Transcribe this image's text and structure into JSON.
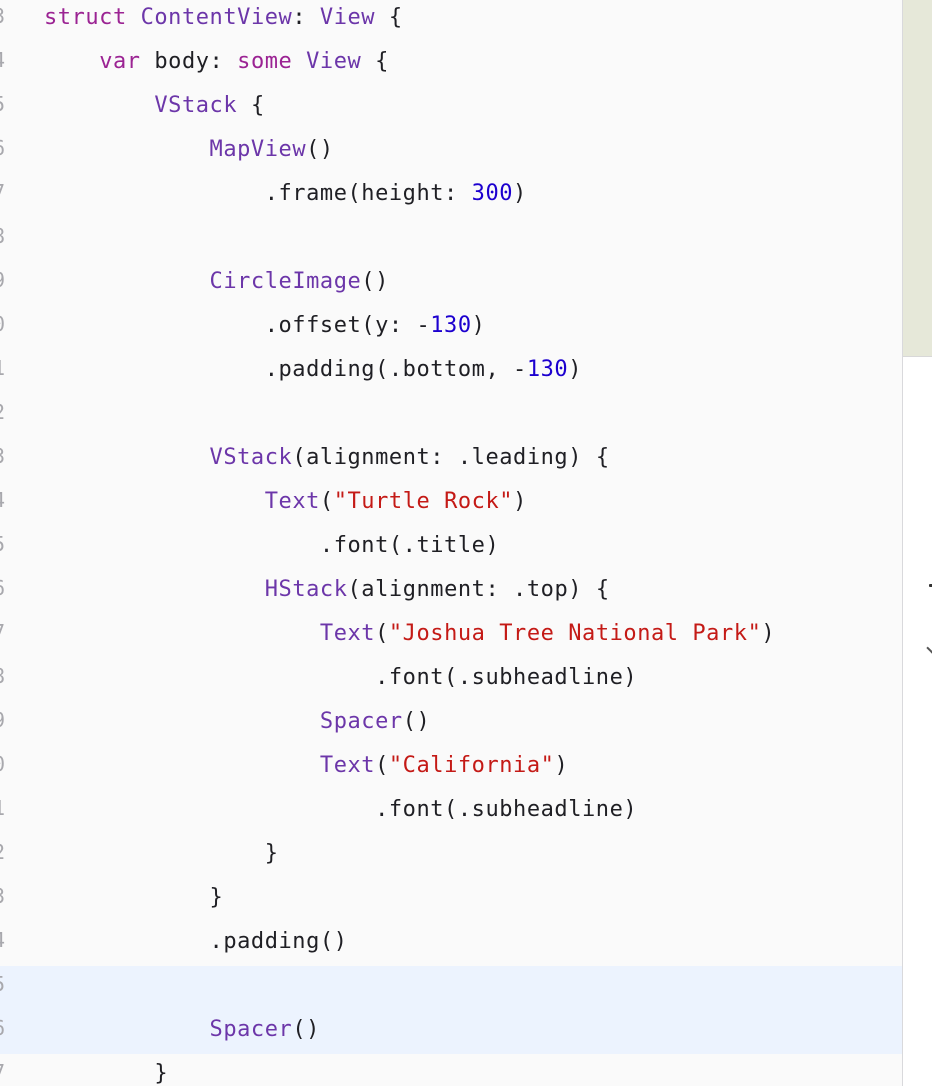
{
  "editor": {
    "highlighted_lines": [
      22,
      23
    ],
    "lines": [
      {
        "num": "3",
        "tokens": [
          [
            "keyword",
            "struct "
          ],
          [
            "type",
            "ContentView"
          ],
          [
            "plain",
            ": "
          ],
          [
            "type",
            "View"
          ],
          [
            "plain",
            " {"
          ]
        ]
      },
      {
        "num": "4",
        "tokens": [
          [
            "plain",
            "    "
          ],
          [
            "keyword",
            "var"
          ],
          [
            "plain",
            " body: "
          ],
          [
            "keyword",
            "some"
          ],
          [
            "plain",
            " "
          ],
          [
            "type",
            "View"
          ],
          [
            "plain",
            " {"
          ]
        ]
      },
      {
        "num": "5",
        "tokens": [
          [
            "plain",
            "        "
          ],
          [
            "type",
            "VStack"
          ],
          [
            "plain",
            " {"
          ]
        ]
      },
      {
        "num": "6",
        "tokens": [
          [
            "plain",
            "            "
          ],
          [
            "type",
            "MapView"
          ],
          [
            "plain",
            "()"
          ]
        ]
      },
      {
        "num": "7",
        "tokens": [
          [
            "plain",
            "                .frame(height: "
          ],
          [
            "number",
            "300"
          ],
          [
            "plain",
            ")"
          ]
        ]
      },
      {
        "num": "8",
        "tokens": []
      },
      {
        "num": "9",
        "tokens": [
          [
            "plain",
            "            "
          ],
          [
            "type",
            "CircleImage"
          ],
          [
            "plain",
            "()"
          ]
        ]
      },
      {
        "num": "0",
        "tokens": [
          [
            "plain",
            "                .offset(y: -"
          ],
          [
            "number",
            "130"
          ],
          [
            "plain",
            ")"
          ]
        ]
      },
      {
        "num": "1",
        "tokens": [
          [
            "plain",
            "                .padding(.bottom, -"
          ],
          [
            "number",
            "130"
          ],
          [
            "plain",
            ")"
          ]
        ]
      },
      {
        "num": "2",
        "tokens": []
      },
      {
        "num": "3",
        "tokens": [
          [
            "plain",
            "            "
          ],
          [
            "type",
            "VStack"
          ],
          [
            "plain",
            "(alignment: .leading) {"
          ]
        ]
      },
      {
        "num": "4",
        "tokens": [
          [
            "plain",
            "                "
          ],
          [
            "type",
            "Text"
          ],
          [
            "plain",
            "("
          ],
          [
            "string",
            "\"Turtle Rock\""
          ],
          [
            "plain",
            ")"
          ]
        ]
      },
      {
        "num": "5",
        "tokens": [
          [
            "plain",
            "                    .font(.title)"
          ]
        ]
      },
      {
        "num": "6",
        "tokens": [
          [
            "plain",
            "                "
          ],
          [
            "type",
            "HStack"
          ],
          [
            "plain",
            "(alignment: .top) {"
          ]
        ]
      },
      {
        "num": "7",
        "tokens": [
          [
            "plain",
            "                    "
          ],
          [
            "type",
            "Text"
          ],
          [
            "plain",
            "("
          ],
          [
            "string",
            "\"Joshua Tree National Park\""
          ],
          [
            "plain",
            ")"
          ]
        ]
      },
      {
        "num": "8",
        "tokens": [
          [
            "plain",
            "                        .font(.subheadline)"
          ]
        ]
      },
      {
        "num": "9",
        "tokens": [
          [
            "plain",
            "                    "
          ],
          [
            "type",
            "Spacer"
          ],
          [
            "plain",
            "()"
          ]
        ]
      },
      {
        "num": "0",
        "tokens": [
          [
            "plain",
            "                    "
          ],
          [
            "type",
            "Text"
          ],
          [
            "plain",
            "("
          ],
          [
            "string",
            "\"California\""
          ],
          [
            "plain",
            ")"
          ]
        ]
      },
      {
        "num": "1",
        "tokens": [
          [
            "plain",
            "                        .font(.subheadline)"
          ]
        ]
      },
      {
        "num": "2",
        "tokens": [
          [
            "plain",
            "                }"
          ]
        ]
      },
      {
        "num": "3",
        "tokens": [
          [
            "plain",
            "            }"
          ]
        ]
      },
      {
        "num": "4",
        "tokens": [
          [
            "plain",
            "            .padding()"
          ]
        ]
      },
      {
        "num": "5",
        "tokens": []
      },
      {
        "num": "6",
        "tokens": [
          [
            "plain",
            "            "
          ],
          [
            "type",
            "Spacer"
          ],
          [
            "plain",
            "()"
          ]
        ]
      },
      {
        "num": "7",
        "tokens": [
          [
            "plain",
            "        }"
          ]
        ]
      }
    ]
  },
  "colors": {
    "background": "#fafafa",
    "highlight": "#ecf3fe",
    "keyword": "#9b2393",
    "type": "#6c36a9",
    "number": "#1c00cf",
    "string": "#c41a16",
    "plain": "#1f1f24",
    "line_number": "#a8a8ad"
  }
}
